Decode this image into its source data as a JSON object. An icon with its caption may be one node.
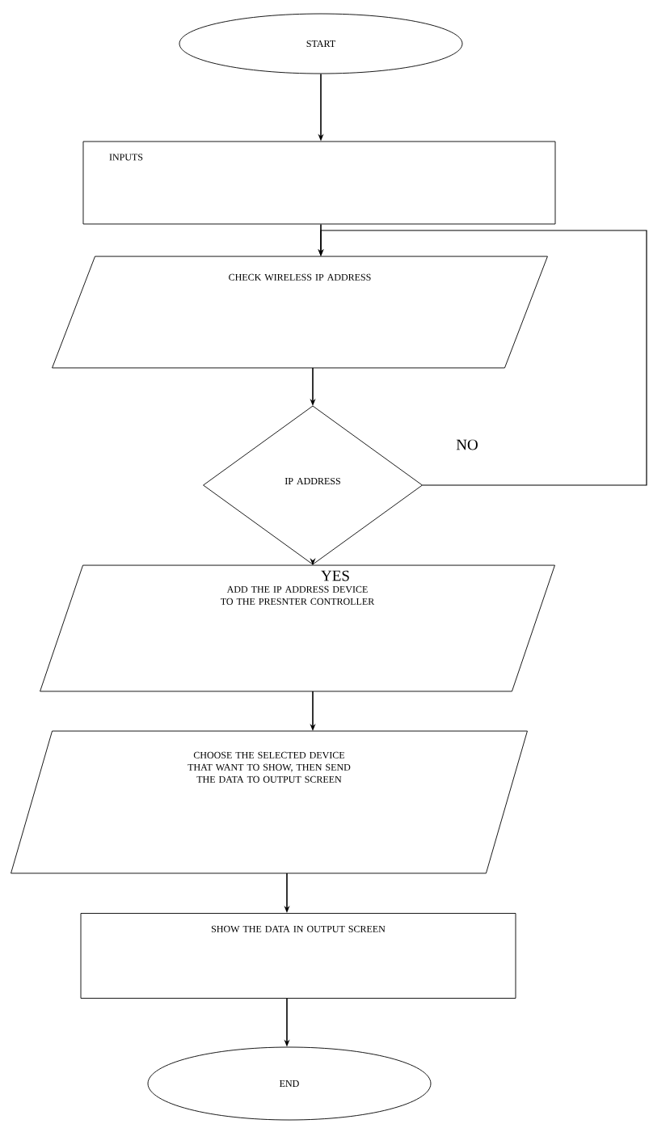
{
  "diagram": {
    "nodes": [
      {
        "text": [
          "START"
        ]
      },
      {
        "text": [
          "INPUTS"
        ]
      },
      {
        "text": [
          "CHECK WIRELESS IP ADDRESS"
        ]
      },
      {
        "text": [
          "IP ADDRESS"
        ]
      },
      {
        "text": [
          "ADD THE IP ADDRESS DEVICE TO THE PRESNTER CONTROLLER"
        ]
      },
      {
        "text": [
          "CHOOSE THE SELECTED DEVICE THAT WANT TO SHOW, THEN SEND THE DATA TO OUTPUT SCREEN"
        ]
      },
      {
        "text": [
          "SHOW THE DATA IN OUTPUT SCREEN"
        ]
      },
      {
        "text": [
          "END"
        ]
      }
    ],
    "edges": [
      {
        "from": 0,
        "to": 1,
        "arrow": "to"
      },
      {
        "from": 1,
        "to": 2,
        "arrow": "to"
      },
      {
        "from": 2,
        "to": 3,
        "arrow": "to"
      },
      {
        "from": 3,
        "to": 4,
        "arrow": "to",
        "label": "YES"
      },
      {
        "from": 4,
        "to": 5,
        "arrow": "to"
      },
      {
        "from": 5,
        "to": 6,
        "arrow": "to"
      },
      {
        "from": 6,
        "to": 7,
        "arrow": "to"
      },
      {
        "from": 3,
        "to": 2,
        "arrow": "to",
        "label": "NO"
      }
    ]
  }
}
